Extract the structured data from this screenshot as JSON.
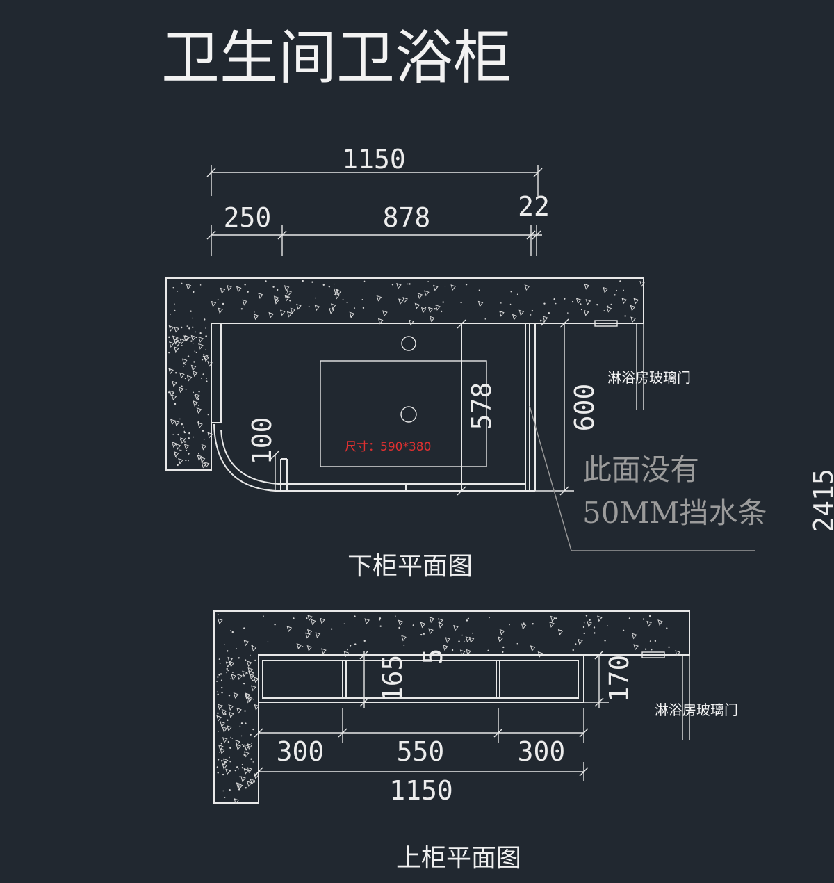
{
  "title": "卫生间卫浴柜",
  "lower_plan": {
    "caption": "下柜平面图",
    "dim_overall": "1150",
    "dim_left": "250",
    "dim_middle": "878",
    "dim_right": "22",
    "dim_depth_inner": "578",
    "dim_depth_outer": "600",
    "dim_curve": "100",
    "basin_size": "尺寸：590*380",
    "glass_door_label": "淋浴房玻璃门",
    "note_line1": "此面没有",
    "note_line2": "50MM挡水条",
    "side_dim": "2415"
  },
  "upper_plan": {
    "caption": "上柜平面图",
    "dim_top": "5",
    "dim_depth_inner": "165",
    "dim_depth_outer": "170",
    "dim_left": "300",
    "dim_middle": "550",
    "dim_right": "300",
    "dim_overall": "1150",
    "glass_door_label": "淋浴房玻璃门"
  }
}
